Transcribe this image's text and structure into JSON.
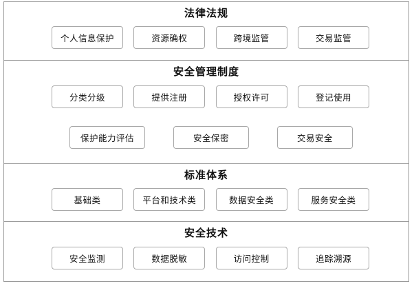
{
  "diagram": {
    "type": "layered-framework",
    "orientation": "vertical-stack",
    "border_color": "#9a9a9a",
    "box_border_color": "#a8a8a8",
    "background_color": "#ffffff",
    "text_color": "#111111",
    "sections": [
      {
        "title": "法律法规",
        "rows": [
          {
            "items": [
              {
                "label": "个人信息保护"
              },
              {
                "label": "资源确权"
              },
              {
                "label": "跨境监管"
              },
              {
                "label": "交易监管"
              }
            ]
          }
        ]
      },
      {
        "title": "安全管理制度",
        "rows": [
          {
            "items": [
              {
                "label": "分类分级"
              },
              {
                "label": "提供注册"
              },
              {
                "label": "授权许可"
              },
              {
                "label": "登记使用"
              }
            ]
          },
          {
            "items": [
              {
                "label": "保护能力评估"
              },
              {
                "label": "安全保密"
              },
              {
                "label": "交易安全"
              }
            ]
          }
        ]
      },
      {
        "title": "标准体系",
        "rows": [
          {
            "items": [
              {
                "label": "基础类"
              },
              {
                "label": "平台和技术类"
              },
              {
                "label": "数据安全类"
              },
              {
                "label": "服务安全类"
              }
            ]
          }
        ]
      },
      {
        "title": "安全技术",
        "rows": [
          {
            "items": [
              {
                "label": "安全监测"
              },
              {
                "label": "数据脱敏"
              },
              {
                "label": "访问控制"
              },
              {
                "label": "追踪溯源"
              }
            ]
          }
        ]
      }
    ]
  }
}
